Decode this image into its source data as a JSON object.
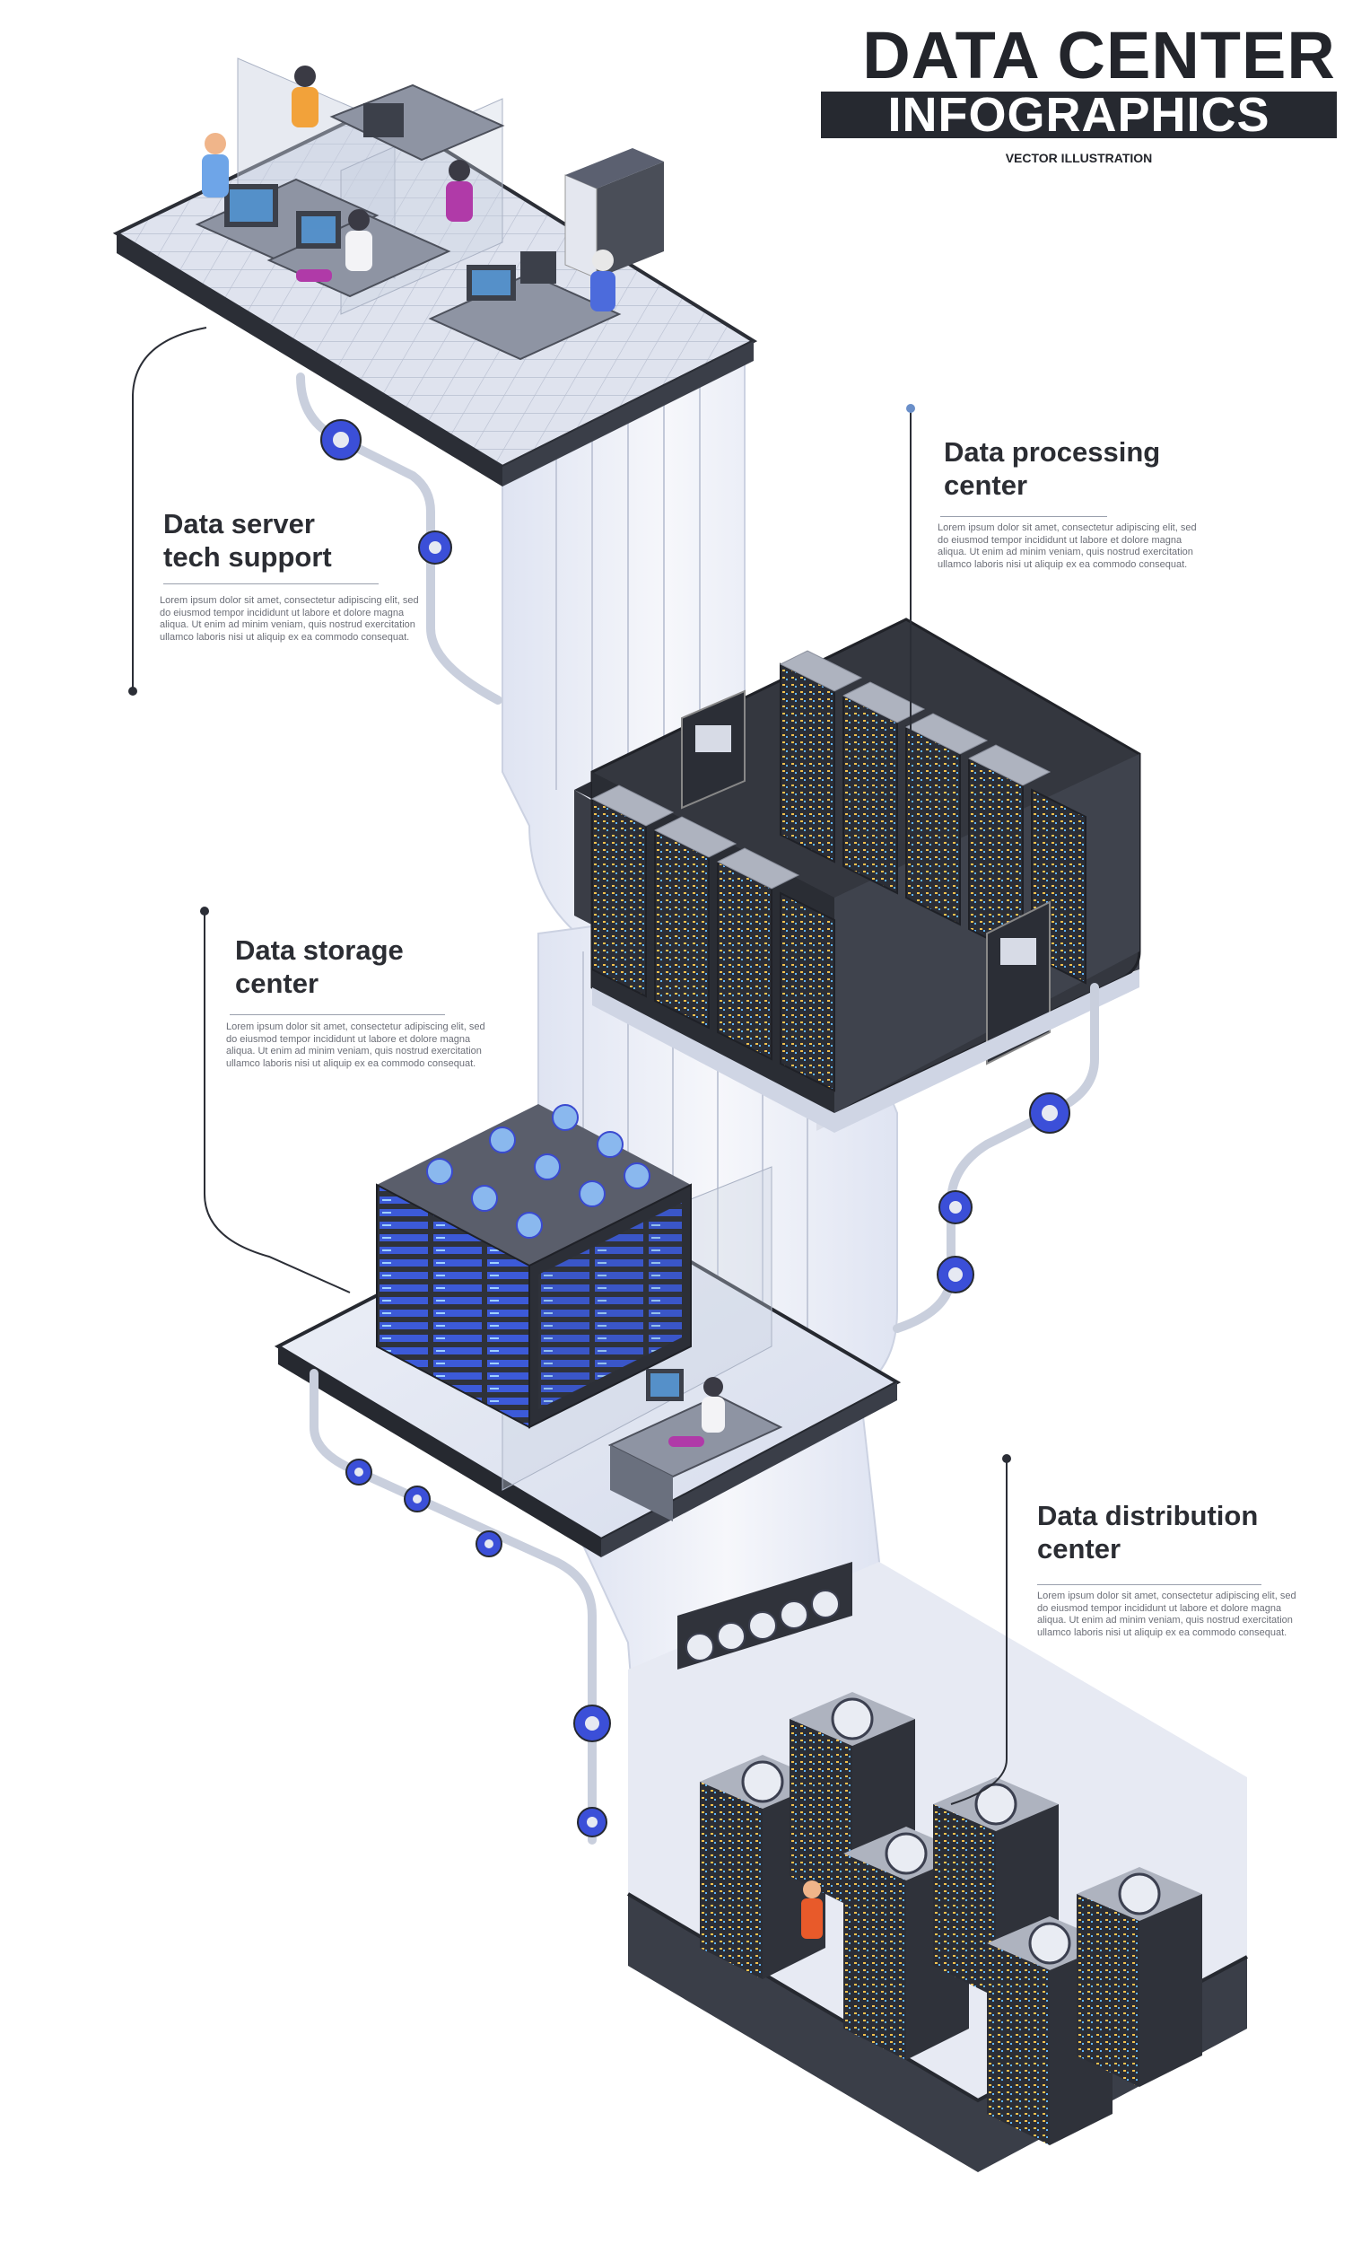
{
  "header": {
    "title": "DATA CENTER",
    "subtitle": "INFOGRAPHICS",
    "note": "VECTOR ILLUSTRATION"
  },
  "sections": [
    {
      "heading": "Data server\ntech support",
      "body": "Lorem ipsum dolor sit amet, consectetur adipiscing elit, sed do eiusmod tempor incididunt ut labore et dolore magna aliqua. Ut enim ad minim veniam, quis nostrud exercitation ullamco laboris nisi ut aliquip ex ea commodo consequat.",
      "scene": "office-workstations"
    },
    {
      "heading": "Data processing\ncenter",
      "body": "Lorem ipsum dolor sit amet, consectetur adipiscing elit, sed do eiusmod tempor incididunt ut labore et dolore magna aliqua. Ut enim ad minim veniam, quis nostrud exercitation ullamco laboris nisi ut aliquip ex ea commodo consequat.",
      "scene": "server-room"
    },
    {
      "heading": "Data storage\ncenter",
      "body": "Lorem ipsum dolor sit amet, consectetur adipiscing elit, sed do eiusmod tempor incididunt ut labore et dolore magna aliqua. Ut enim ad minim veniam, quis nostrud exercitation ullamco laboris nisi ut aliquip ex ea commodo consequat.",
      "scene": "storage-racks"
    },
    {
      "heading": "Data distribution\ncenter",
      "body": "Lorem ipsum dolor sit amet, consectetur adipiscing elit, sed do eiusmod tempor incididunt ut labore et dolore magna aliqua. Ut enim ad minim veniam, quis nostrud exercitation ullamco laboris nisi ut aliquip ex ea commodo consequat.",
      "scene": "cooling-towers"
    }
  ],
  "colors": {
    "dark": "#262930",
    "accent_blue": "#3b4fd8",
    "floor_light": "#e4e8f4",
    "pipe": "#c9cfdd",
    "rack": "#32353d"
  }
}
